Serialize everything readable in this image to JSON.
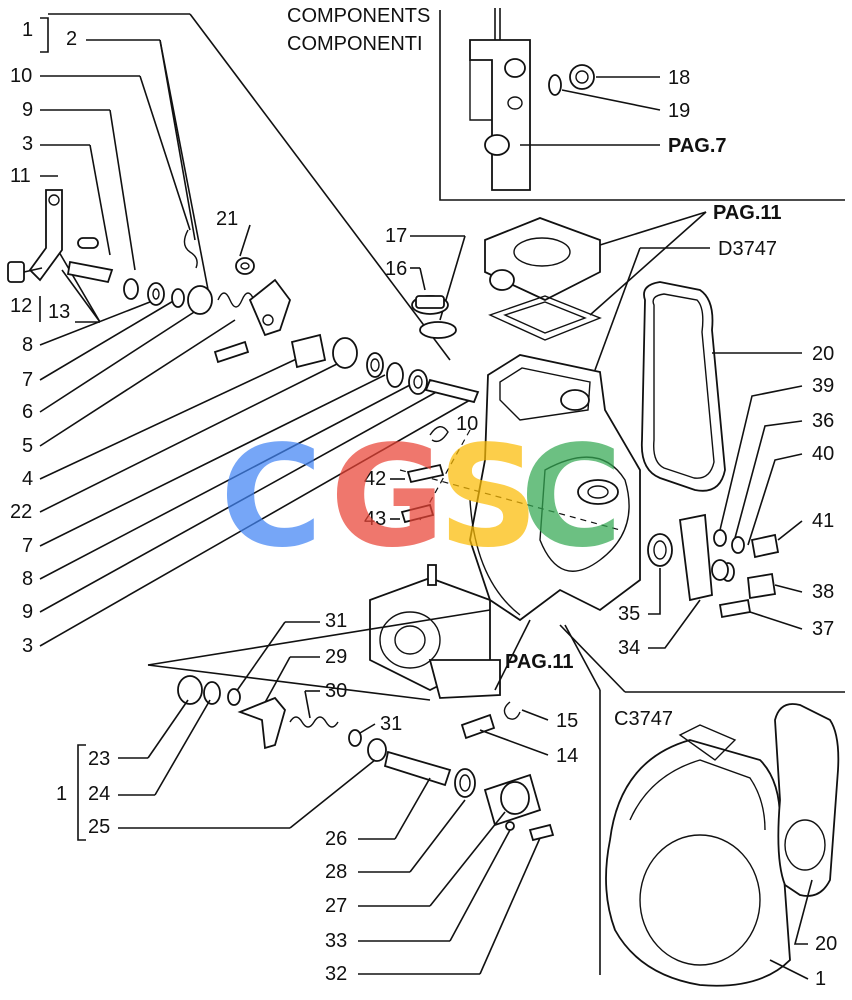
{
  "components_label": "COMPONENTS",
  "componenti_label": "COMPONENTI",
  "page_refs": {
    "pag7": "PAG.7",
    "pag11_top": "PAG.11",
    "pag11_mid": "PAG.11"
  },
  "drawing_codes": {
    "d": "D3747",
    "c": "C3747"
  },
  "watermark": {
    "letters": [
      "C",
      "G",
      "S",
      "C"
    ],
    "colors": [
      "#4285F4",
      "#EA4335",
      "#FBBC05",
      "#34A853"
    ]
  },
  "labels_left": [
    "1",
    "2",
    "10",
    "9",
    "3",
    "11",
    "12",
    "13",
    "8",
    "7",
    "6",
    "5",
    "4",
    "22",
    "7",
    "8",
    "9",
    "3"
  ],
  "labels_misc": [
    "21",
    "17",
    "16",
    "10",
    "42",
    "43",
    "31",
    "29",
    "30",
    "31",
    "15",
    "14"
  ],
  "labels_right": [
    "18",
    "19",
    "20",
    "39",
    "36",
    "40",
    "41",
    "38",
    "37",
    "35",
    "34"
  ],
  "labels_bottom": [
    "23",
    "24",
    "25",
    "1",
    "26",
    "28",
    "27",
    "33",
    "32",
    "20",
    "1"
  ]
}
